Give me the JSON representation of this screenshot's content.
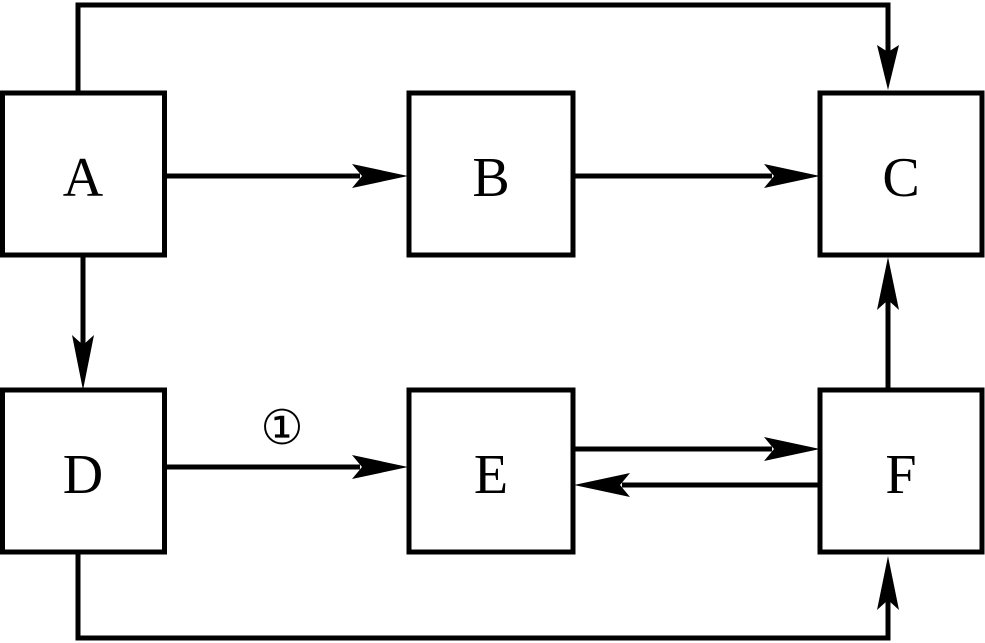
{
  "colors": {
    "stroke": "#000000",
    "background": "#ffffff"
  },
  "nodes": [
    {
      "id": "A",
      "label": "A"
    },
    {
      "id": "B",
      "label": "B"
    },
    {
      "id": "C",
      "label": "C"
    },
    {
      "id": "D",
      "label": "D"
    },
    {
      "id": "E",
      "label": "E"
    },
    {
      "id": "F",
      "label": "F"
    }
  ],
  "edges": [
    {
      "from": "A",
      "to": "B",
      "label": ""
    },
    {
      "from": "B",
      "to": "C",
      "label": ""
    },
    {
      "from": "A",
      "to": "C",
      "label": ""
    },
    {
      "from": "A",
      "to": "D",
      "label": ""
    },
    {
      "from": "D",
      "to": "E",
      "label": "①"
    },
    {
      "from": "E",
      "to": "F",
      "label": ""
    },
    {
      "from": "F",
      "to": "E",
      "label": ""
    },
    {
      "from": "F",
      "to": "C",
      "label": ""
    },
    {
      "from": "D",
      "to": "F",
      "label": ""
    }
  ]
}
